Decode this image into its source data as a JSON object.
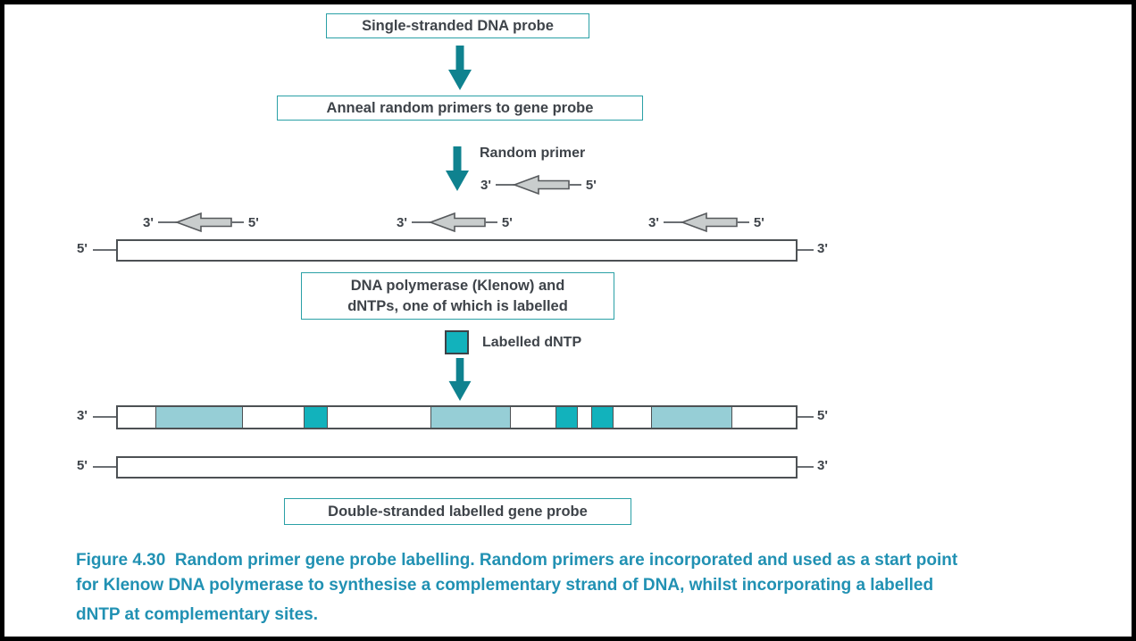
{
  "figure": {
    "steps": {
      "box1": "Single-stranded DNA probe",
      "box2": "Anneal random primers to gene probe",
      "box3_line1": "DNA polymerase (Klenow) and",
      "box3_line2": "dNTPs, one of which is labelled",
      "box4": "Double-stranded labelled gene probe"
    },
    "labels": {
      "random_primer": "Random primer",
      "labelled_dntp": "Labelled dNTP"
    },
    "primers": [
      {
        "left": "3'",
        "right": "5'"
      },
      {
        "left": "3'",
        "right": "5'"
      },
      {
        "left": "3'",
        "right": "5'"
      },
      {
        "left": "3'",
        "right": "5'"
      }
    ],
    "strands": {
      "template_top": {
        "left_label": "5'",
        "right_label": "3'"
      },
      "labelled": {
        "left_label": "3'",
        "right_label": "5'"
      },
      "template_bottom": {
        "left_label": "5'",
        "right_label": "3'"
      }
    },
    "labelled_segments": [
      {
        "fill": "white",
        "w": 42
      },
      {
        "fill": "light",
        "w": 98
      },
      {
        "fill": "white",
        "w": 68
      },
      {
        "fill": "dark",
        "w": 27
      },
      {
        "fill": "white",
        "w": 115
      },
      {
        "fill": "light",
        "w": 90
      },
      {
        "fill": "white",
        "w": 50
      },
      {
        "fill": "dark",
        "w": 25
      },
      {
        "fill": "white",
        "w": 15
      },
      {
        "fill": "dark",
        "w": 25
      },
      {
        "fill": "white",
        "w": 42
      },
      {
        "fill": "light",
        "w": 91
      },
      {
        "fill": "white",
        "w": 74
      }
    ],
    "caption": {
      "lines": [
        "Figure 4.30  Random primer gene probe labelling. Random primers are incorporated and used as a start point",
        "for Klenow DNA polymerase to synthesise a complementary strand of DNA, whilst incorporating a labelled",
        "dNTP at complementary sites."
      ]
    },
    "colors": {
      "teal_border": "#2aa0a6",
      "teal_dark": "#0f828f",
      "dntp_teal": "#12b2bc",
      "light_teal": "#96ced6",
      "gray_fill": "#c9cdcd",
      "gray_stroke": "#56595c",
      "line_gray": "#6b6f73",
      "strand_border": "#4d5154",
      "text_dark": "#3e4349",
      "caption_teal": "#2191b3"
    }
  }
}
